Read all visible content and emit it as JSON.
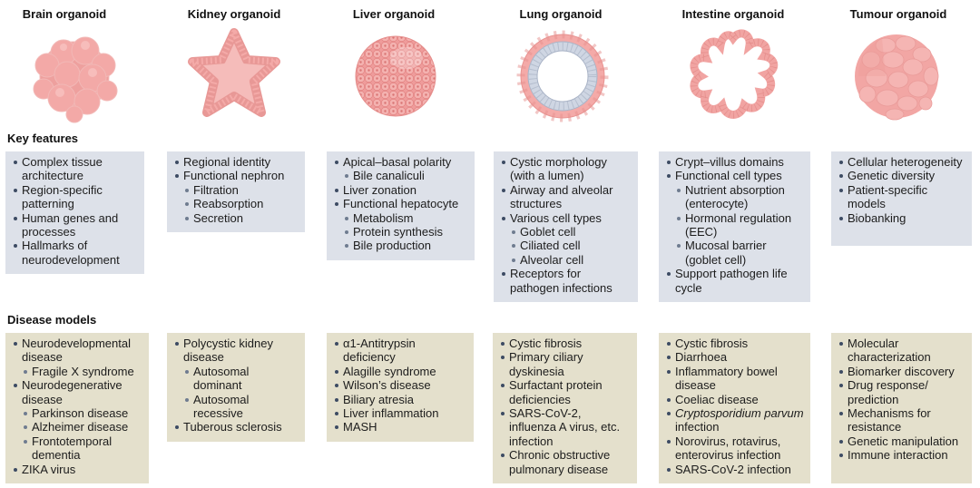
{
  "colors": {
    "organoid_pink": "#f4a6a4",
    "organoid_pink_dark": "#e98d8c",
    "lung_inner": "#cfd6e3",
    "key_features_bg": "#dde1e9",
    "disease_models_bg": "#e4e0cc",
    "bullet": "#3d4b63"
  },
  "sections": {
    "key_features": "Key features",
    "disease_models": "Disease models"
  },
  "columns": [
    {
      "title": "Brain organoid",
      "illustration": "brain-organoid-icon",
      "key_features": [
        {
          "text": "Complex tissue architecture",
          "level": 0
        },
        {
          "text": "Region-specific patterning",
          "level": 0
        },
        {
          "text": "Human genes and processes",
          "level": 0
        },
        {
          "text": "Hallmarks of neurodevelopment",
          "level": 0
        }
      ],
      "disease_models": [
        {
          "text": "Neurodevelopmental disease",
          "level": 0
        },
        {
          "text": "Fragile X syndrome",
          "level": 1
        },
        {
          "text": "Neurodegenerative disease",
          "level": 0
        },
        {
          "text": "Parkinson disease",
          "level": 1
        },
        {
          "text": "Alzheimer disease",
          "level": 1
        },
        {
          "text": "Frontotemporal dementia",
          "level": 1
        },
        {
          "text": "ZIKA virus",
          "level": 0
        }
      ]
    },
    {
      "title": "Kidney organoid",
      "illustration": "kidney-organoid-icon",
      "key_features": [
        {
          "text": "Regional identity",
          "level": 0
        },
        {
          "text": "Functional nephron",
          "level": 0
        },
        {
          "text": "Filtration",
          "level": 1
        },
        {
          "text": "Reabsorption",
          "level": 1
        },
        {
          "text": "Secretion",
          "level": 1
        }
      ],
      "disease_models": [
        {
          "text": "Polycystic kidney disease",
          "level": 0
        },
        {
          "text": "Autosomal dominant",
          "level": 1
        },
        {
          "text": "Autosomal recessive",
          "level": 1
        },
        {
          "text": "Tuberous sclerosis",
          "level": 0
        }
      ]
    },
    {
      "title": "Liver organoid",
      "illustration": "liver-organoid-icon",
      "key_features": [
        {
          "text": "Apical–basal polarity",
          "level": 0
        },
        {
          "text": "Bile canaliculi",
          "level": 1
        },
        {
          "text": "Liver zonation",
          "level": 0
        },
        {
          "text": "Functional hepatocyte",
          "level": 0
        },
        {
          "text": "Metabolism",
          "level": 1
        },
        {
          "text": "Protein synthesis",
          "level": 1
        },
        {
          "text": "Bile production",
          "level": 1
        }
      ],
      "disease_models": [
        {
          "text": "α1-Antitrypsin deficiency",
          "level": 0
        },
        {
          "text": "Alagille syndrome",
          "level": 0
        },
        {
          "text": "Wilson’s disease",
          "level": 0
        },
        {
          "text": "Biliary atresia",
          "level": 0
        },
        {
          "text": "Liver inflammation",
          "level": 0
        },
        {
          "text": "MASH",
          "level": 0
        }
      ]
    },
    {
      "title": "Lung organoid",
      "illustration": "lung-organoid-icon",
      "key_features": [
        {
          "text": "Cystic morphology (with a lumen)",
          "level": 0
        },
        {
          "text": "Airway and alveolar structures",
          "level": 0
        },
        {
          "text": "Various cell types",
          "level": 0
        },
        {
          "text": "Goblet cell",
          "level": 1
        },
        {
          "text": "Ciliated cell",
          "level": 1
        },
        {
          "text": "Alveolar cell",
          "level": 1
        },
        {
          "text": "Receptors for pathogen infections",
          "level": 0
        }
      ],
      "disease_models": [
        {
          "text": "Cystic fibrosis",
          "level": 0
        },
        {
          "text": "Primary ciliary dyskinesia",
          "level": 0
        },
        {
          "text": "Surfactant protein deficiencies",
          "level": 0
        },
        {
          "text": "SARS-CoV-2, influenza A virus, etc. infection",
          "level": 0
        },
        {
          "text": "Chronic obstructive pulmonary disease",
          "level": 0
        }
      ]
    },
    {
      "title": "Intestine organoid",
      "illustration": "intestine-organoid-icon",
      "key_features": [
        {
          "text": "Crypt–villus domains",
          "level": 0
        },
        {
          "text": "Functional cell types",
          "level": 0
        },
        {
          "text": "Nutrient absorption (enterocyte)",
          "level": 1
        },
        {
          "text": "Hormonal regulation (EEC)",
          "level": 1
        },
        {
          "text": "Mucosal barrier (goblet cell)",
          "level": 1
        },
        {
          "text": "Support pathogen life cycle",
          "level": 0
        }
      ],
      "disease_models": [
        {
          "text": "Cystic fibrosis",
          "level": 0
        },
        {
          "text": "Diarrhoea",
          "level": 0
        },
        {
          "text": "Inflammatory bowel disease",
          "level": 0
        },
        {
          "text": "Coeliac disease",
          "level": 0
        },
        {
          "text": "Cryptosporidium parvum",
          "suffix": " infection",
          "italic": true,
          "level": 0
        },
        {
          "text": "Norovirus, rotavirus, enterovirus infection",
          "level": 0
        },
        {
          "text": "SARS-CoV-2 infection",
          "level": 0
        }
      ]
    },
    {
      "title": "Tumour organoid",
      "illustration": "tumour-organoid-icon",
      "key_features": [
        {
          "text": "Cellular heterogeneity",
          "level": 0
        },
        {
          "text": "Genetic diversity",
          "level": 0
        },
        {
          "text": "Patient-specific models",
          "level": 0
        },
        {
          "text": "Biobanking",
          "level": 0
        }
      ],
      "disease_models": [
        {
          "text": "Molecular characterization",
          "level": 0
        },
        {
          "text": "Biomarker discovery",
          "level": 0
        },
        {
          "text": "Drug response/ prediction",
          "level": 0
        },
        {
          "text": "Mechanisms for resistance",
          "level": 0
        },
        {
          "text": "Genetic manipulation",
          "level": 0
        },
        {
          "text": "Immune interaction",
          "level": 0
        }
      ]
    }
  ]
}
